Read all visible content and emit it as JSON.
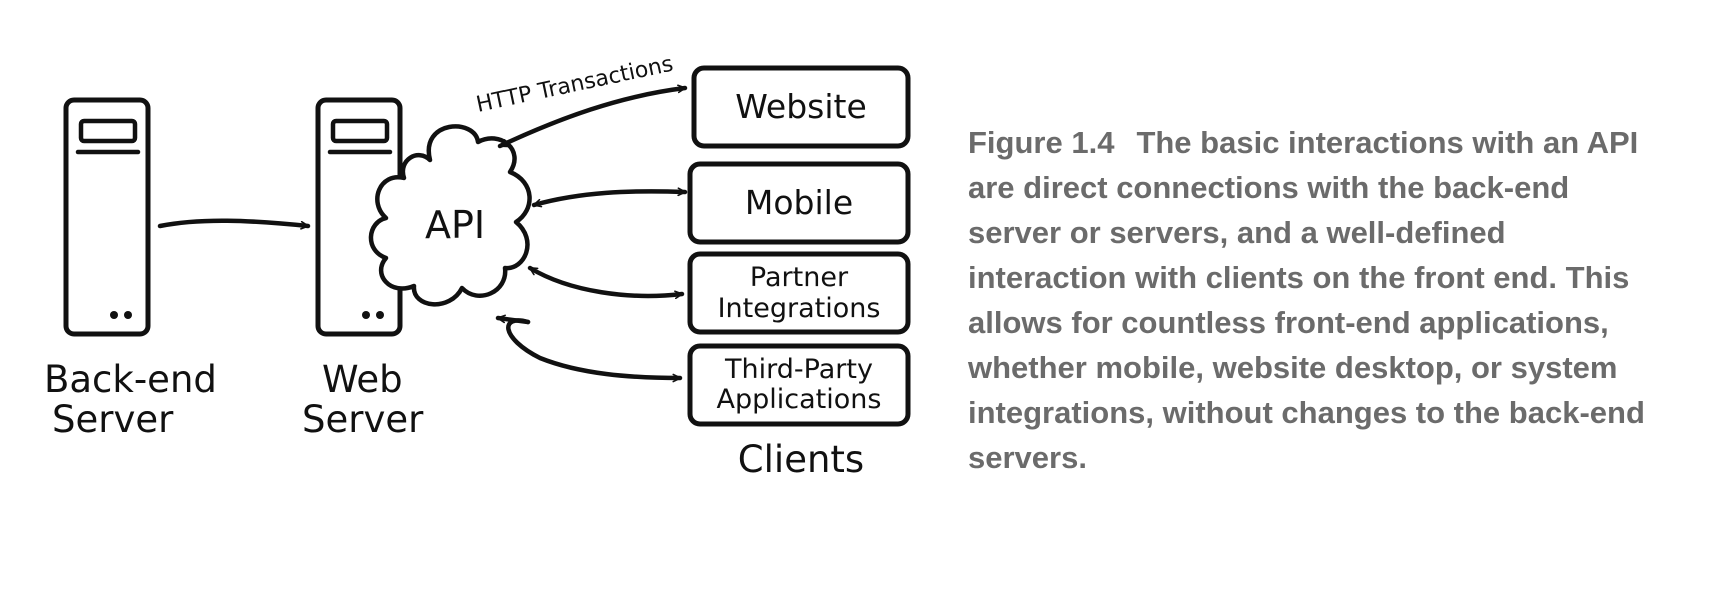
{
  "diagram": {
    "backend_server_label_line1": "Back-end",
    "backend_server_label_line2": "Server",
    "web_server_label_line1": "Web",
    "web_server_label_line2": "Server",
    "api_label": "API",
    "http_label": "HTTP Transactions",
    "clients_label": "Clients",
    "clients": [
      {
        "line1": "Website",
        "line2": ""
      },
      {
        "line1": "Mobile",
        "line2": ""
      },
      {
        "line1": "Partner",
        "line2": "Integrations"
      },
      {
        "line1": "Third-Party",
        "line2": "Applications"
      }
    ]
  },
  "caption": {
    "figure_number": "Figure 1.4",
    "text": "The basic interactions with an API are direct connections with the back-end server or servers, and a well-defined interaction with clients on the front end. This allows for countless front-end applications, whether mobile, website desktop, or system integrations, without changes to the back-end servers."
  }
}
